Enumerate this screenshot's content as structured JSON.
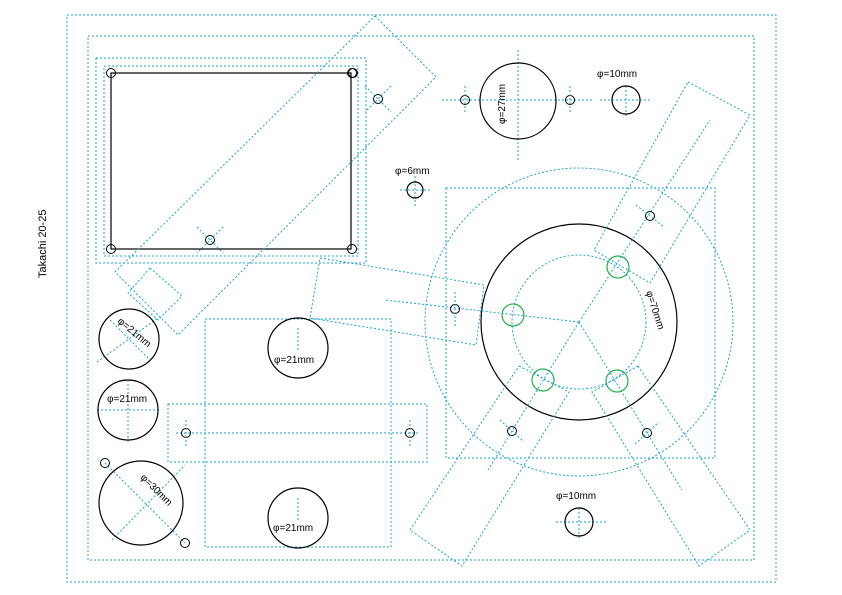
{
  "side_label": "Takachi 20-25",
  "dims": {
    "d27": "φ=27mm",
    "d10_top": "φ=10mm",
    "d6": "φ=6mm",
    "d70": "φ=70mm",
    "d21_a": "φ=21mm",
    "d21_b": "φ=21mm",
    "d21_c": "φ=21mm",
    "d21_d": "φ=21mm",
    "d30": "φ=30mm",
    "d10_bottom": "φ=10mm"
  },
  "colors": {
    "construction": "#1aa3d6",
    "outline": "#000000",
    "mount_hole": "#22b14c"
  }
}
